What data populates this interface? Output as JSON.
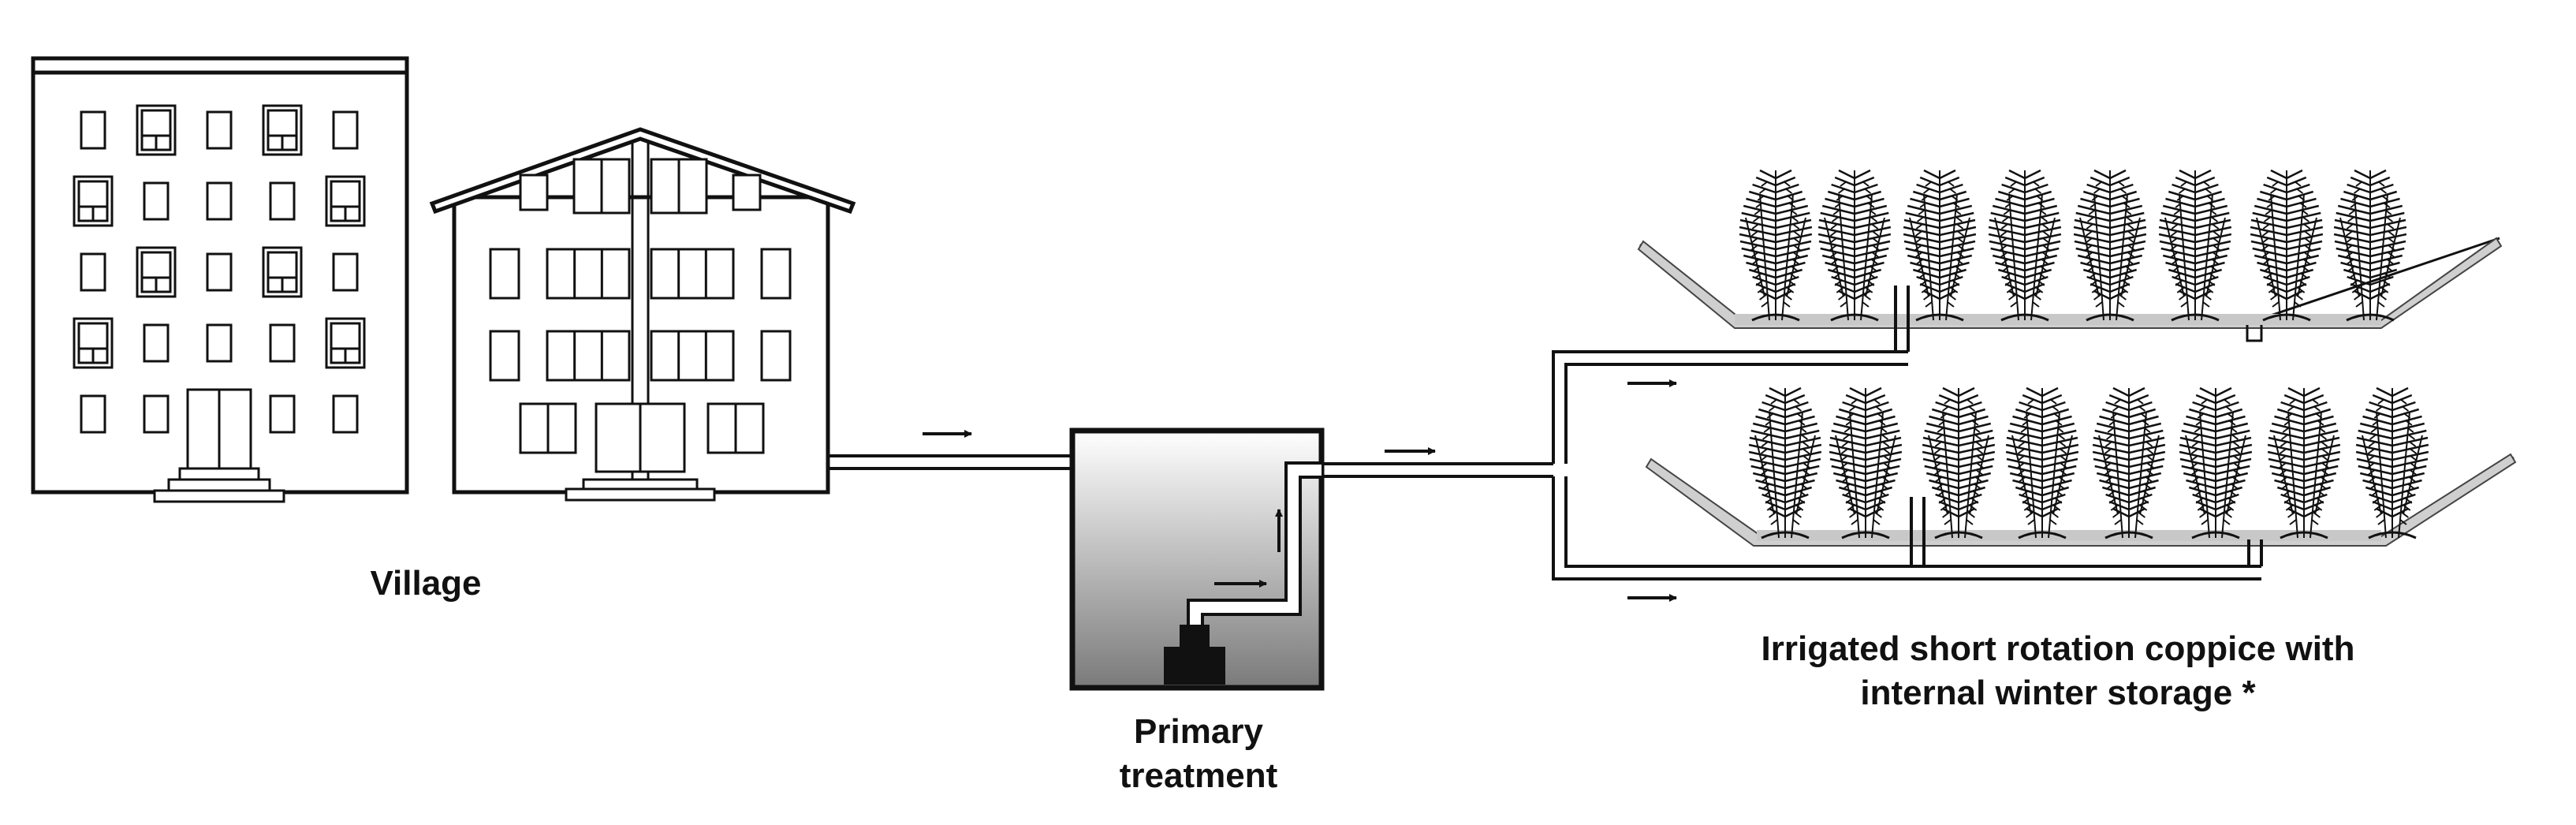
{
  "labels": {
    "village": "Village",
    "primary_treatment_line1": "Primary",
    "primary_treatment_line2": "treatment",
    "coppice_line1": "Irrigated short rotation coppice with",
    "coppice_line2": "internal winter storage *"
  },
  "colors": {
    "stroke": "#111111",
    "ground": "#c8c8c8",
    "tank_top": "#ffffff",
    "tank_bottom": "#7a7a7a"
  },
  "icons": {
    "flow_arrow": "arrow-right-icon",
    "upflow_arrow": "arrow-up-icon",
    "tree": "willow-tree-icon"
  }
}
